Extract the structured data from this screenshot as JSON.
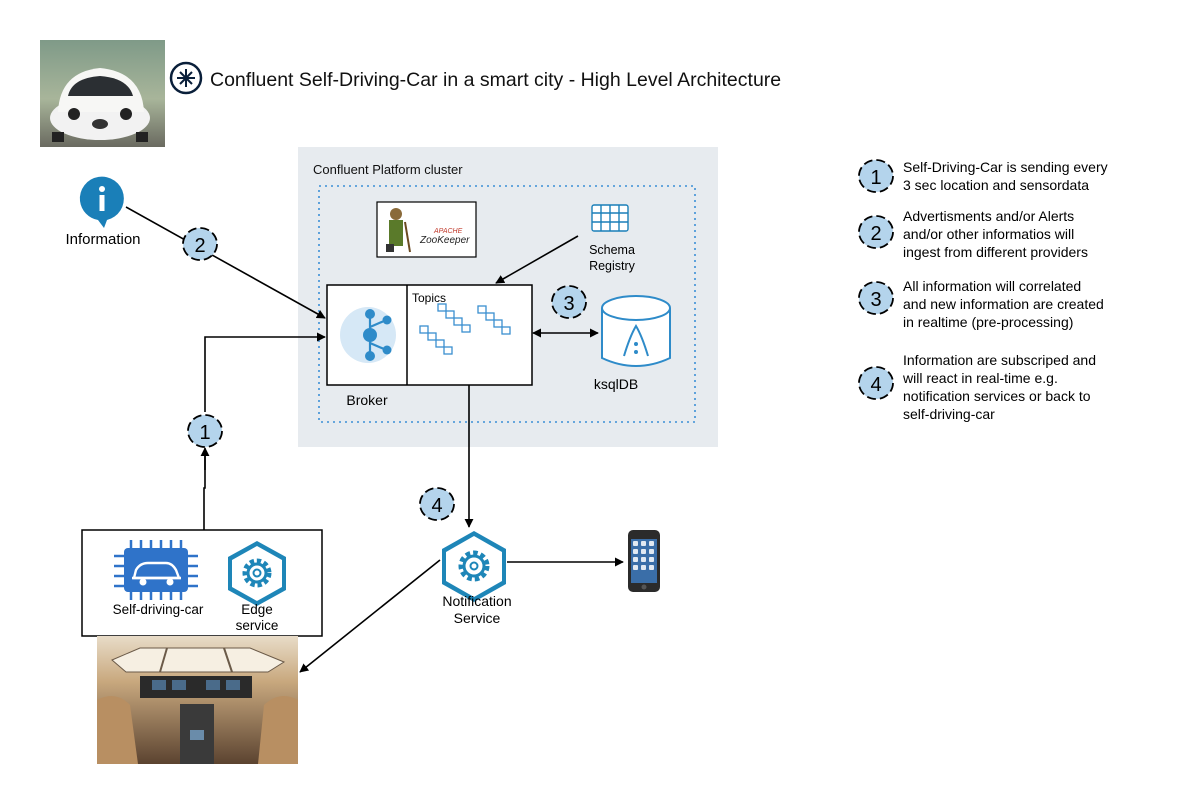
{
  "title": "Confluent Self-Driving-Car in a smart city - High Level Architecture",
  "cluster": {
    "label": "Confluent Platform cluster"
  },
  "zookeeper": {
    "brand": "APACHE",
    "name": "ZooKeeper"
  },
  "schema_registry": {
    "line1": "Schema",
    "line2": "Registry"
  },
  "broker": {
    "label": "Broker",
    "topics_label": "Topics"
  },
  "ksqldb": {
    "label": "ksqlDB"
  },
  "information": {
    "label": "Information"
  },
  "car": {
    "label": "Self-driving-car",
    "edge_line1": "Edge",
    "edge_line2": "service"
  },
  "notification": {
    "line1": "Notification",
    "line2": "Service"
  },
  "badges": {
    "b1": "1",
    "b2": "2",
    "b3": "3",
    "b4": "4"
  },
  "legend": [
    {
      "num": "1",
      "lines": [
        "Self-Driving-Car is sending every",
        "3 sec location and sensordata"
      ]
    },
    {
      "num": "2",
      "lines": [
        "Advertisments and/or Alerts",
        "and/or other informatios will",
        "ingest from different providers"
      ]
    },
    {
      "num": "3",
      "lines": [
        "All information will correlated",
        "and new information are created",
        "in realtime (pre-processing)"
      ]
    },
    {
      "num": "4",
      "lines": [
        "Information are subscriped and",
        "will react in real-time e.g.",
        "notification services or back to",
        "self-driving-car"
      ]
    }
  ],
  "colors": {
    "badge_fill": "#b4d4ec",
    "cluster_bg": "#e7ebef",
    "icon_blue": "#1a7fb8",
    "kafka_blue": "#2e8bc9",
    "cpu_blue": "#2f73c9"
  }
}
